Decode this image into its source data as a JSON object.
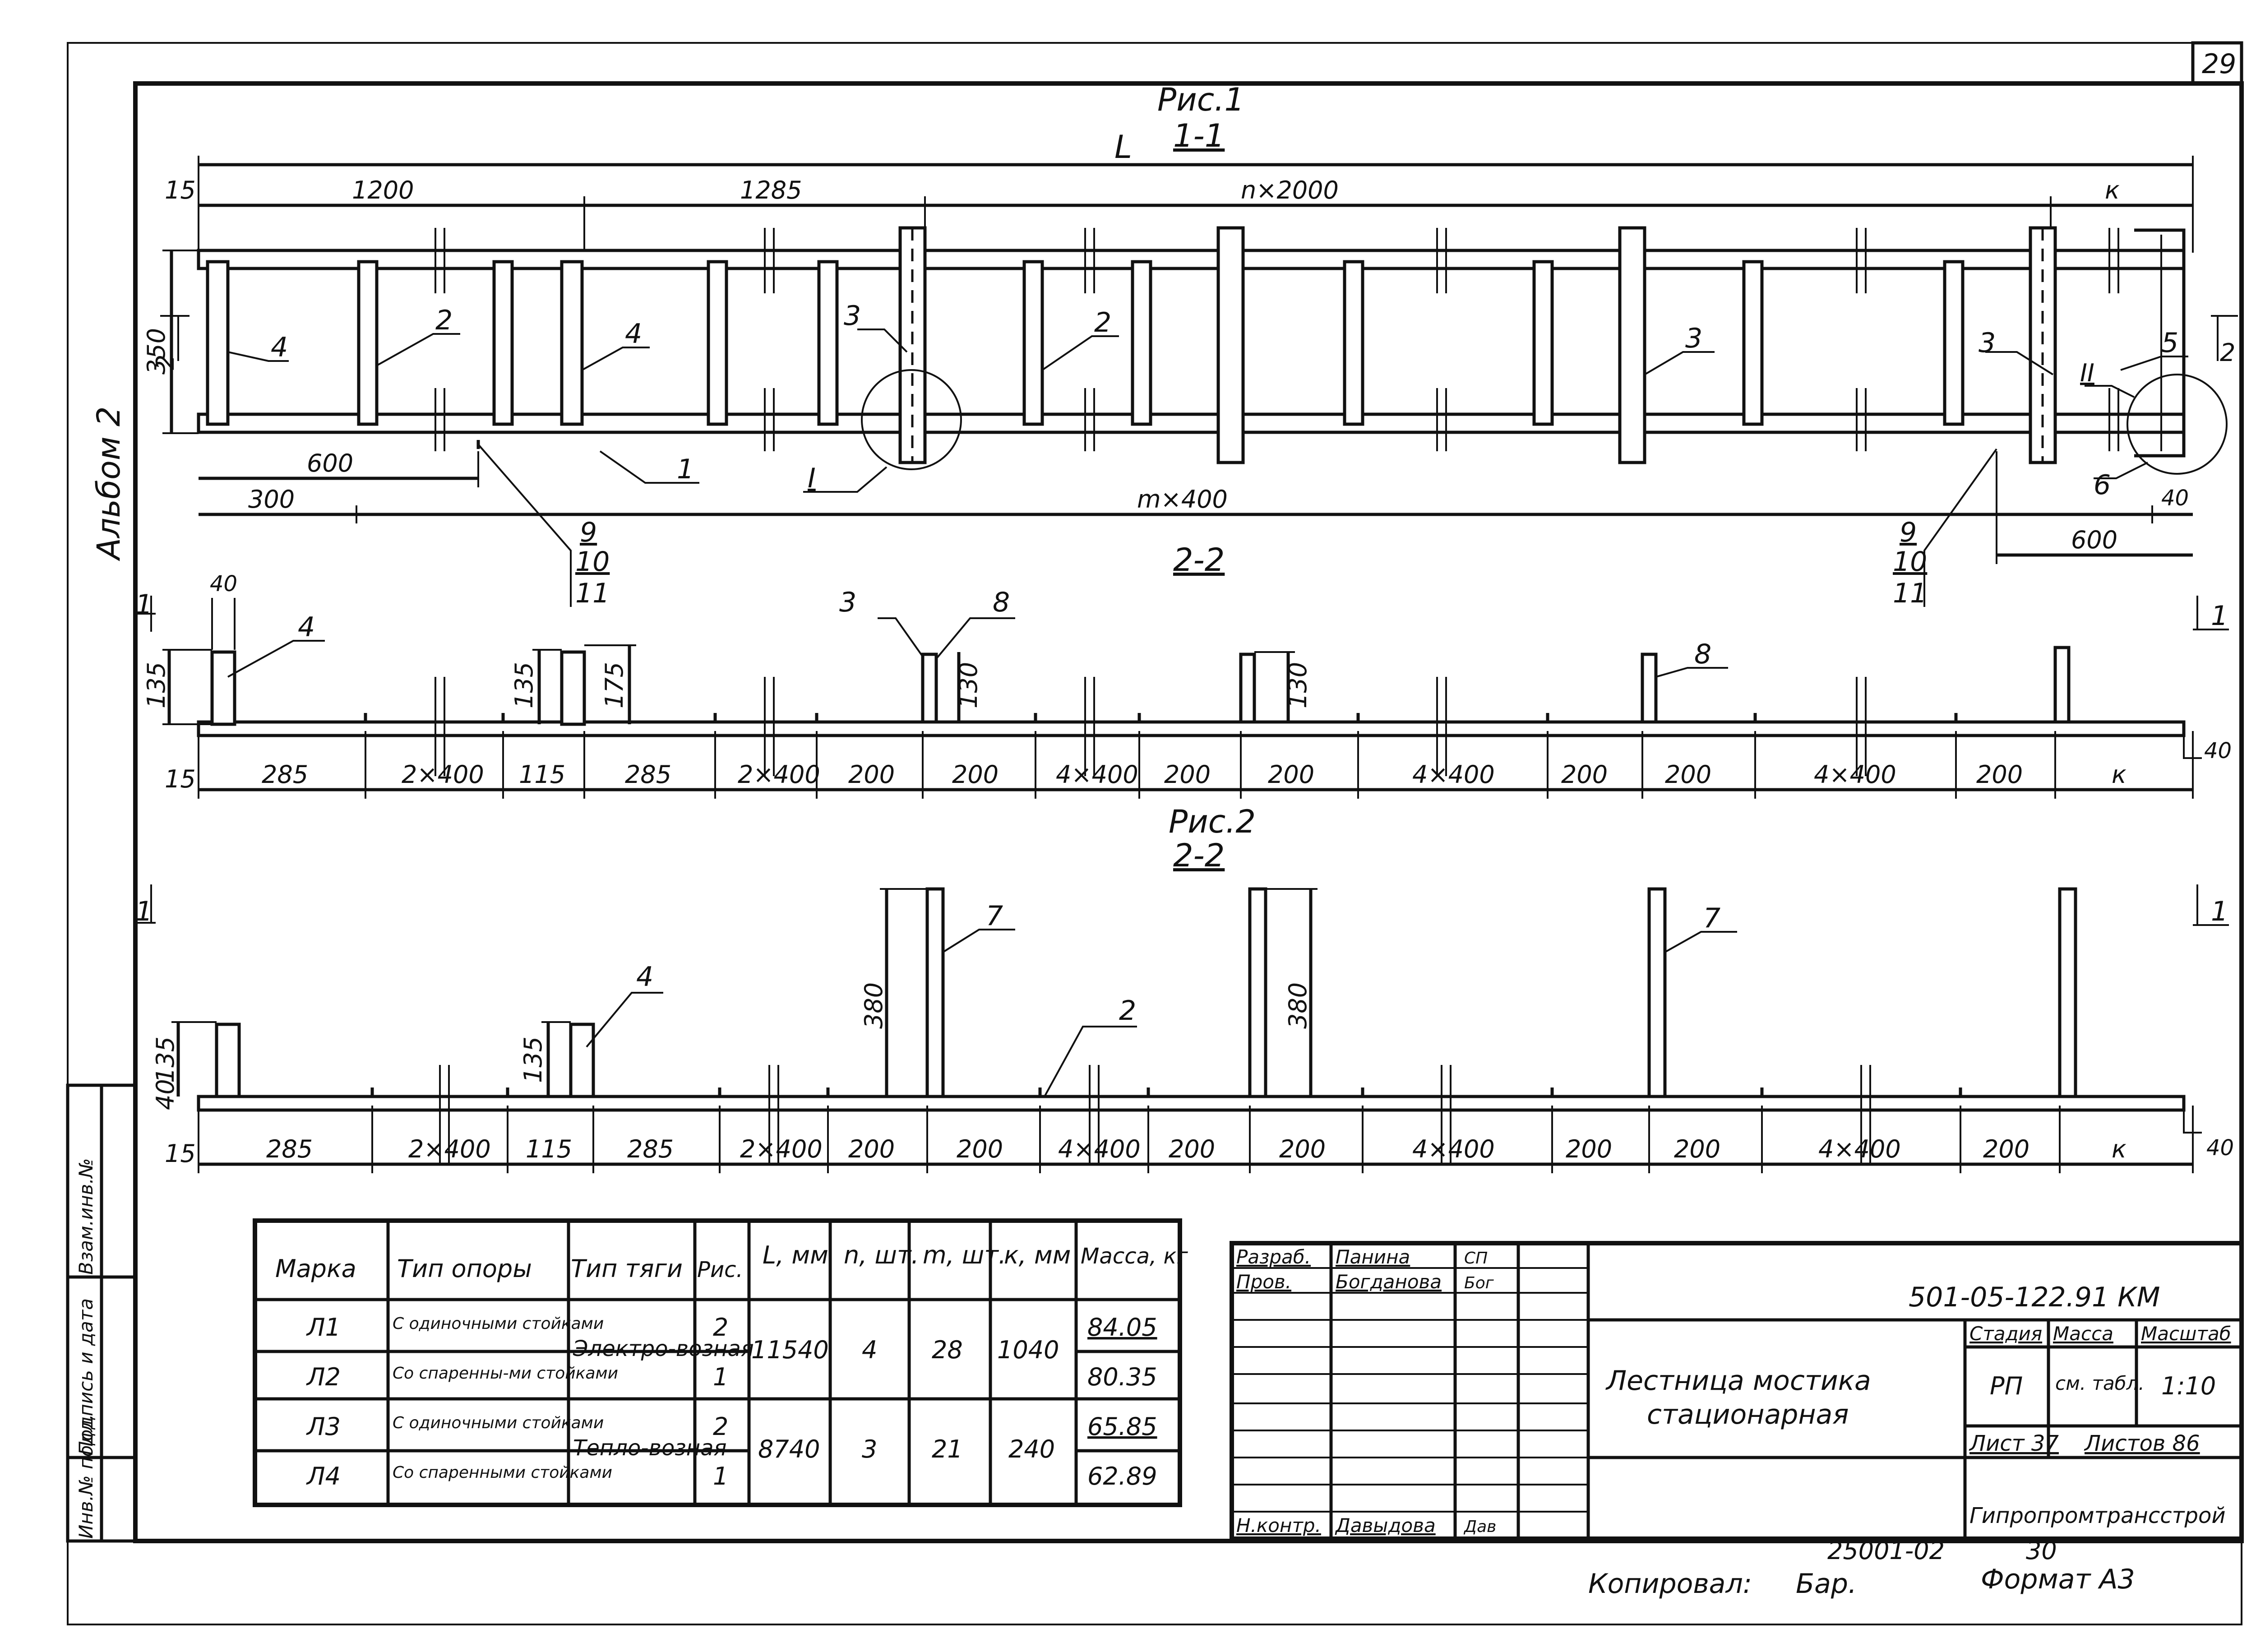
{
  "sheet": {
    "page_number": "29",
    "album_label": "Альбом 2",
    "doc_code": "501-05-122.91 КМ",
    "title_line1": "Лестница мостика",
    "title_line2": "стационарная",
    "organization": "Гипропромтрансстрой",
    "copied_label": "Копировал:",
    "copied_by": "Бар.",
    "copy_number": "25001-02",
    "copy_number2": "30",
    "format": "Формат А3"
  },
  "side_stamp": {
    "cells": [
      "Инв.№ подл.",
      "Подпись и дата",
      "Взам.инв.№"
    ]
  },
  "fig1": {
    "label": "Рис.1",
    "section_1_1": "1-1",
    "dim_L": "L",
    "section_2_2": "2-2",
    "top_dims": [
      "15",
      "1200",
      "1285",
      "n×2000",
      "к"
    ],
    "left_dims": [
      "350",
      "2"
    ],
    "right_dims": [
      "2"
    ],
    "bottom_dims": [
      "600",
      "300",
      "m×400",
      "600",
      "40"
    ],
    "plan_callouts": [
      "4",
      "2",
      "4",
      "1",
      "3",
      "2",
      "3",
      "3",
      "5",
      "II",
      "6",
      "I"
    ],
    "callout_stack": [
      "9",
      "10",
      "11"
    ],
    "callout_stack_right": [
      "9",
      "10",
      "11"
    ],
    "sec_callouts": [
      "4",
      "3",
      "8",
      "8"
    ],
    "sec_heights": [
      "135",
      "135",
      "175",
      "130",
      "130"
    ],
    "sec_top_dim": "40",
    "sec_dims": [
      "15",
      "285",
      "2×400",
      "115",
      "285",
      "2×400",
      "200",
      "200",
      "4×400",
      "200",
      "200",
      "4×400",
      "200",
      "200",
      "4×400",
      "200",
      "к"
    ],
    "sec_right_dim": "40",
    "section_mark": "1"
  },
  "fig2": {
    "label": "Рис.2",
    "section_2_2": "2-2",
    "callouts": [
      "4",
      "7",
      "2",
      "7"
    ],
    "heights": [
      "135",
      "40",
      "135",
      "380",
      "380"
    ],
    "dims": [
      "15",
      "285",
      "2×400",
      "115",
      "285",
      "2×400",
      "200",
      "200",
      "4×400",
      "200",
      "200",
      "4×400",
      "200",
      "200",
      "4×400",
      "200",
      "к"
    ],
    "right_dim": "40",
    "section_mark": "1"
  },
  "table": {
    "headers": [
      "Марка",
      "Тип опоры",
      "Тип тяги",
      "Рис.",
      "L, мм",
      "n, шт.",
      "m, шт.",
      "к, мм",
      "Масса, кг"
    ],
    "marks": [
      "Л1",
      "Л2",
      "Л3",
      "Л4"
    ],
    "supports": [
      "С одиночными стойками",
      "Со спаренны-ми стойками",
      "С одиночными стойками",
      "Со спаренными стойками"
    ],
    "traction_1": "Электро-возная",
    "traction_2": "Тепло-возная",
    "figs": [
      "2",
      "1",
      "2",
      "1"
    ],
    "L_values": [
      "11540",
      "8740"
    ],
    "n_values": [
      "4",
      "3"
    ],
    "m_values": [
      "28",
      "21"
    ],
    "k_values": [
      "1040",
      "240"
    ],
    "masses": [
      "84.05",
      "80.35",
      "65.85",
      "62.89"
    ]
  },
  "titleblock": {
    "roles": [
      "Разраб.",
      "Пров.",
      "Н.контр."
    ],
    "names": [
      "Панина",
      "Богданова",
      "Давыдова"
    ],
    "sign_short": [
      "СП",
      "Бог",
      "Дав"
    ],
    "stage_header": "Стадия",
    "mass_header": "Масса",
    "scale_header": "Масштаб",
    "stage": "РП",
    "mass": "см. табл.",
    "scale": "1:10",
    "sheet_label": "Лист 37",
    "sheets_label": "Листов 86"
  }
}
